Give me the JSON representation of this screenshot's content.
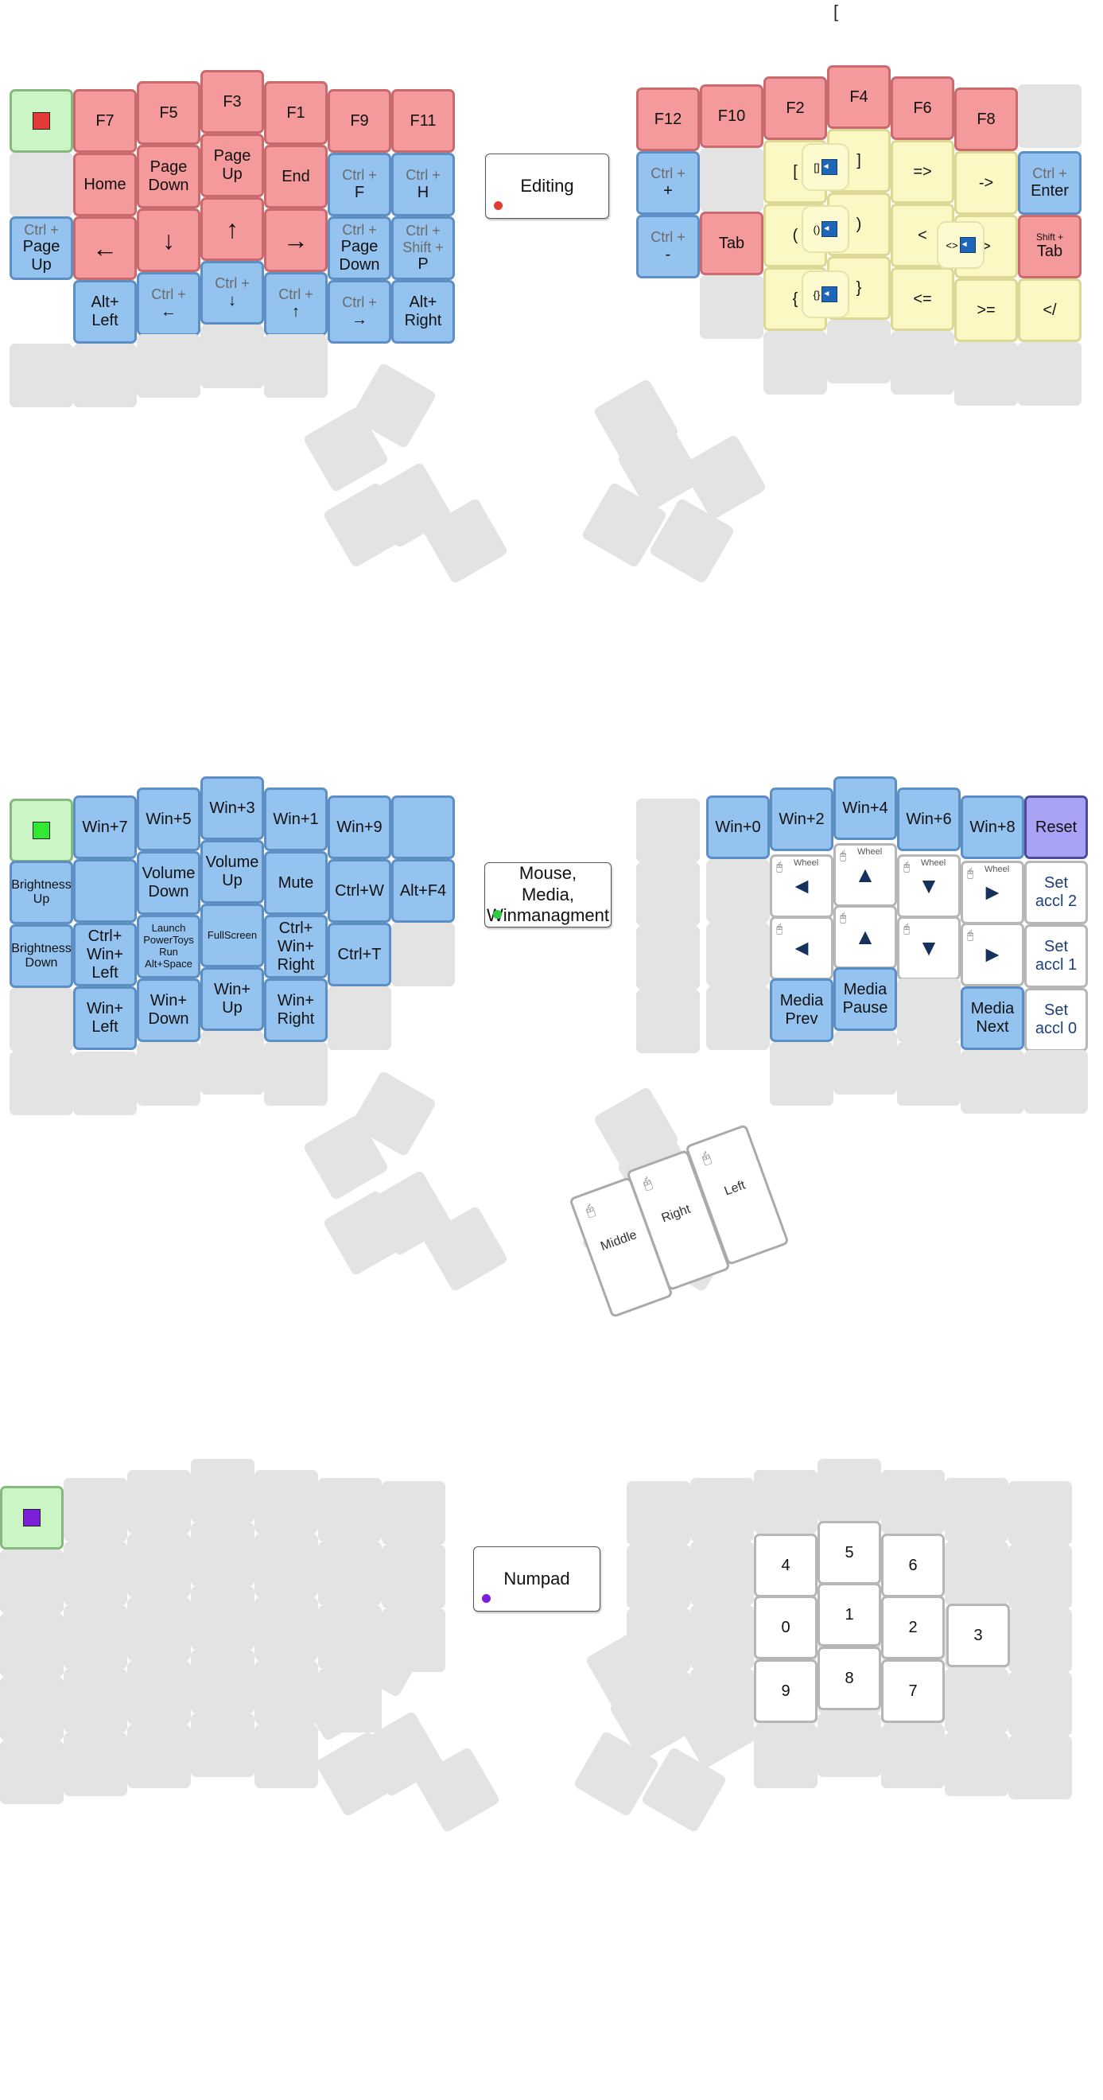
{
  "top_mark": "[",
  "layers": [
    {
      "name": "Editing",
      "indicator_color": "#e53935",
      "swatch_color": "#e53935",
      "keys": {
        "left": [
          [
            "F7",
            "F5",
            "F3",
            "F1",
            "F9",
            "F11"
          ],
          [
            "Home",
            "Page\nDown",
            "Page\nUp",
            "End",
            "Ctrl +|F",
            "Ctrl +|H"
          ],
          [
            "←",
            "↓",
            "↑",
            "→",
            "Ctrl +|Page\nDown",
            "Ctrl +\nShift +|P"
          ],
          [
            "Alt+\nLeft",
            "Ctrl +|←",
            "Ctrl +|↓",
            "Ctrl +|↑",
            "Ctrl +|→",
            "Alt+\nRight"
          ]
        ],
        "left_outer": [
          "",
          "",
          "Ctrl +|Page\nUp"
        ],
        "right": [
          [
            "F12",
            "F10",
            "F2",
            "F4",
            "F6",
            "F8"
          ],
          [
            "Ctrl +|+",
            "",
            "[",
            "]",
            "=>",
            "->",
            "Ctrl +|Enter"
          ],
          [
            "Ctrl +|-",
            "Tab",
            "(",
            ")",
            "<",
            ">",
            "Shift +|Tab"
          ],
          [
            "{",
            "}",
            "<=",
            ">=",
            "</"
          ]
        ],
        "bubbles": [
          "[]",
          "()",
          "<>",
          "{}"
        ]
      }
    },
    {
      "name": "Mouse,\nMedia,\nWinmanagment",
      "indicator_color": "#2ecc40",
      "swatch_color": "#33e833",
      "keys": {
        "left": [
          [
            "Win+7",
            "Win+5",
            "Win+3",
            "Win+1",
            "Win+9",
            ""
          ],
          [
            "Brightness\nUp",
            "",
            "Volume\nDown",
            "Volume\nUp",
            "Mute",
            "Ctrl+W",
            "Alt+F4"
          ],
          [
            "Brightness\nDown",
            "Ctrl+\nWin+\nLeft",
            "Launch\nPowerToys\nRun\nAlt+Space",
            "FullScreen",
            "Ctrl+\nWin+\nRight",
            "Ctrl+T"
          ],
          [
            "Win+\nLeft",
            "Win+\nDown",
            "Win+\nUp",
            "Win+\nRight"
          ]
        ],
        "right": [
          [
            "Win+0",
            "Win+2",
            "Win+4",
            "Win+6",
            "Win+8",
            "Reset"
          ],
          [
            "Set\naccl 2",
            "Set\naccl 1",
            "Set\naccl 0"
          ],
          [
            "Media\nPrev",
            "Media\nPause",
            "Media\nNext"
          ]
        ],
        "wheel_label": "Wheel",
        "mouse_buttons": [
          "Middle",
          "Right",
          "Left"
        ]
      }
    },
    {
      "name": "Numpad",
      "indicator_color": "#7b1fd8",
      "swatch_color": "#7b1fd8",
      "keys": {
        "numpad": [
          "4",
          "5",
          "6",
          "0",
          "1",
          "2",
          "3",
          "9",
          "8",
          "7"
        ]
      }
    }
  ]
}
